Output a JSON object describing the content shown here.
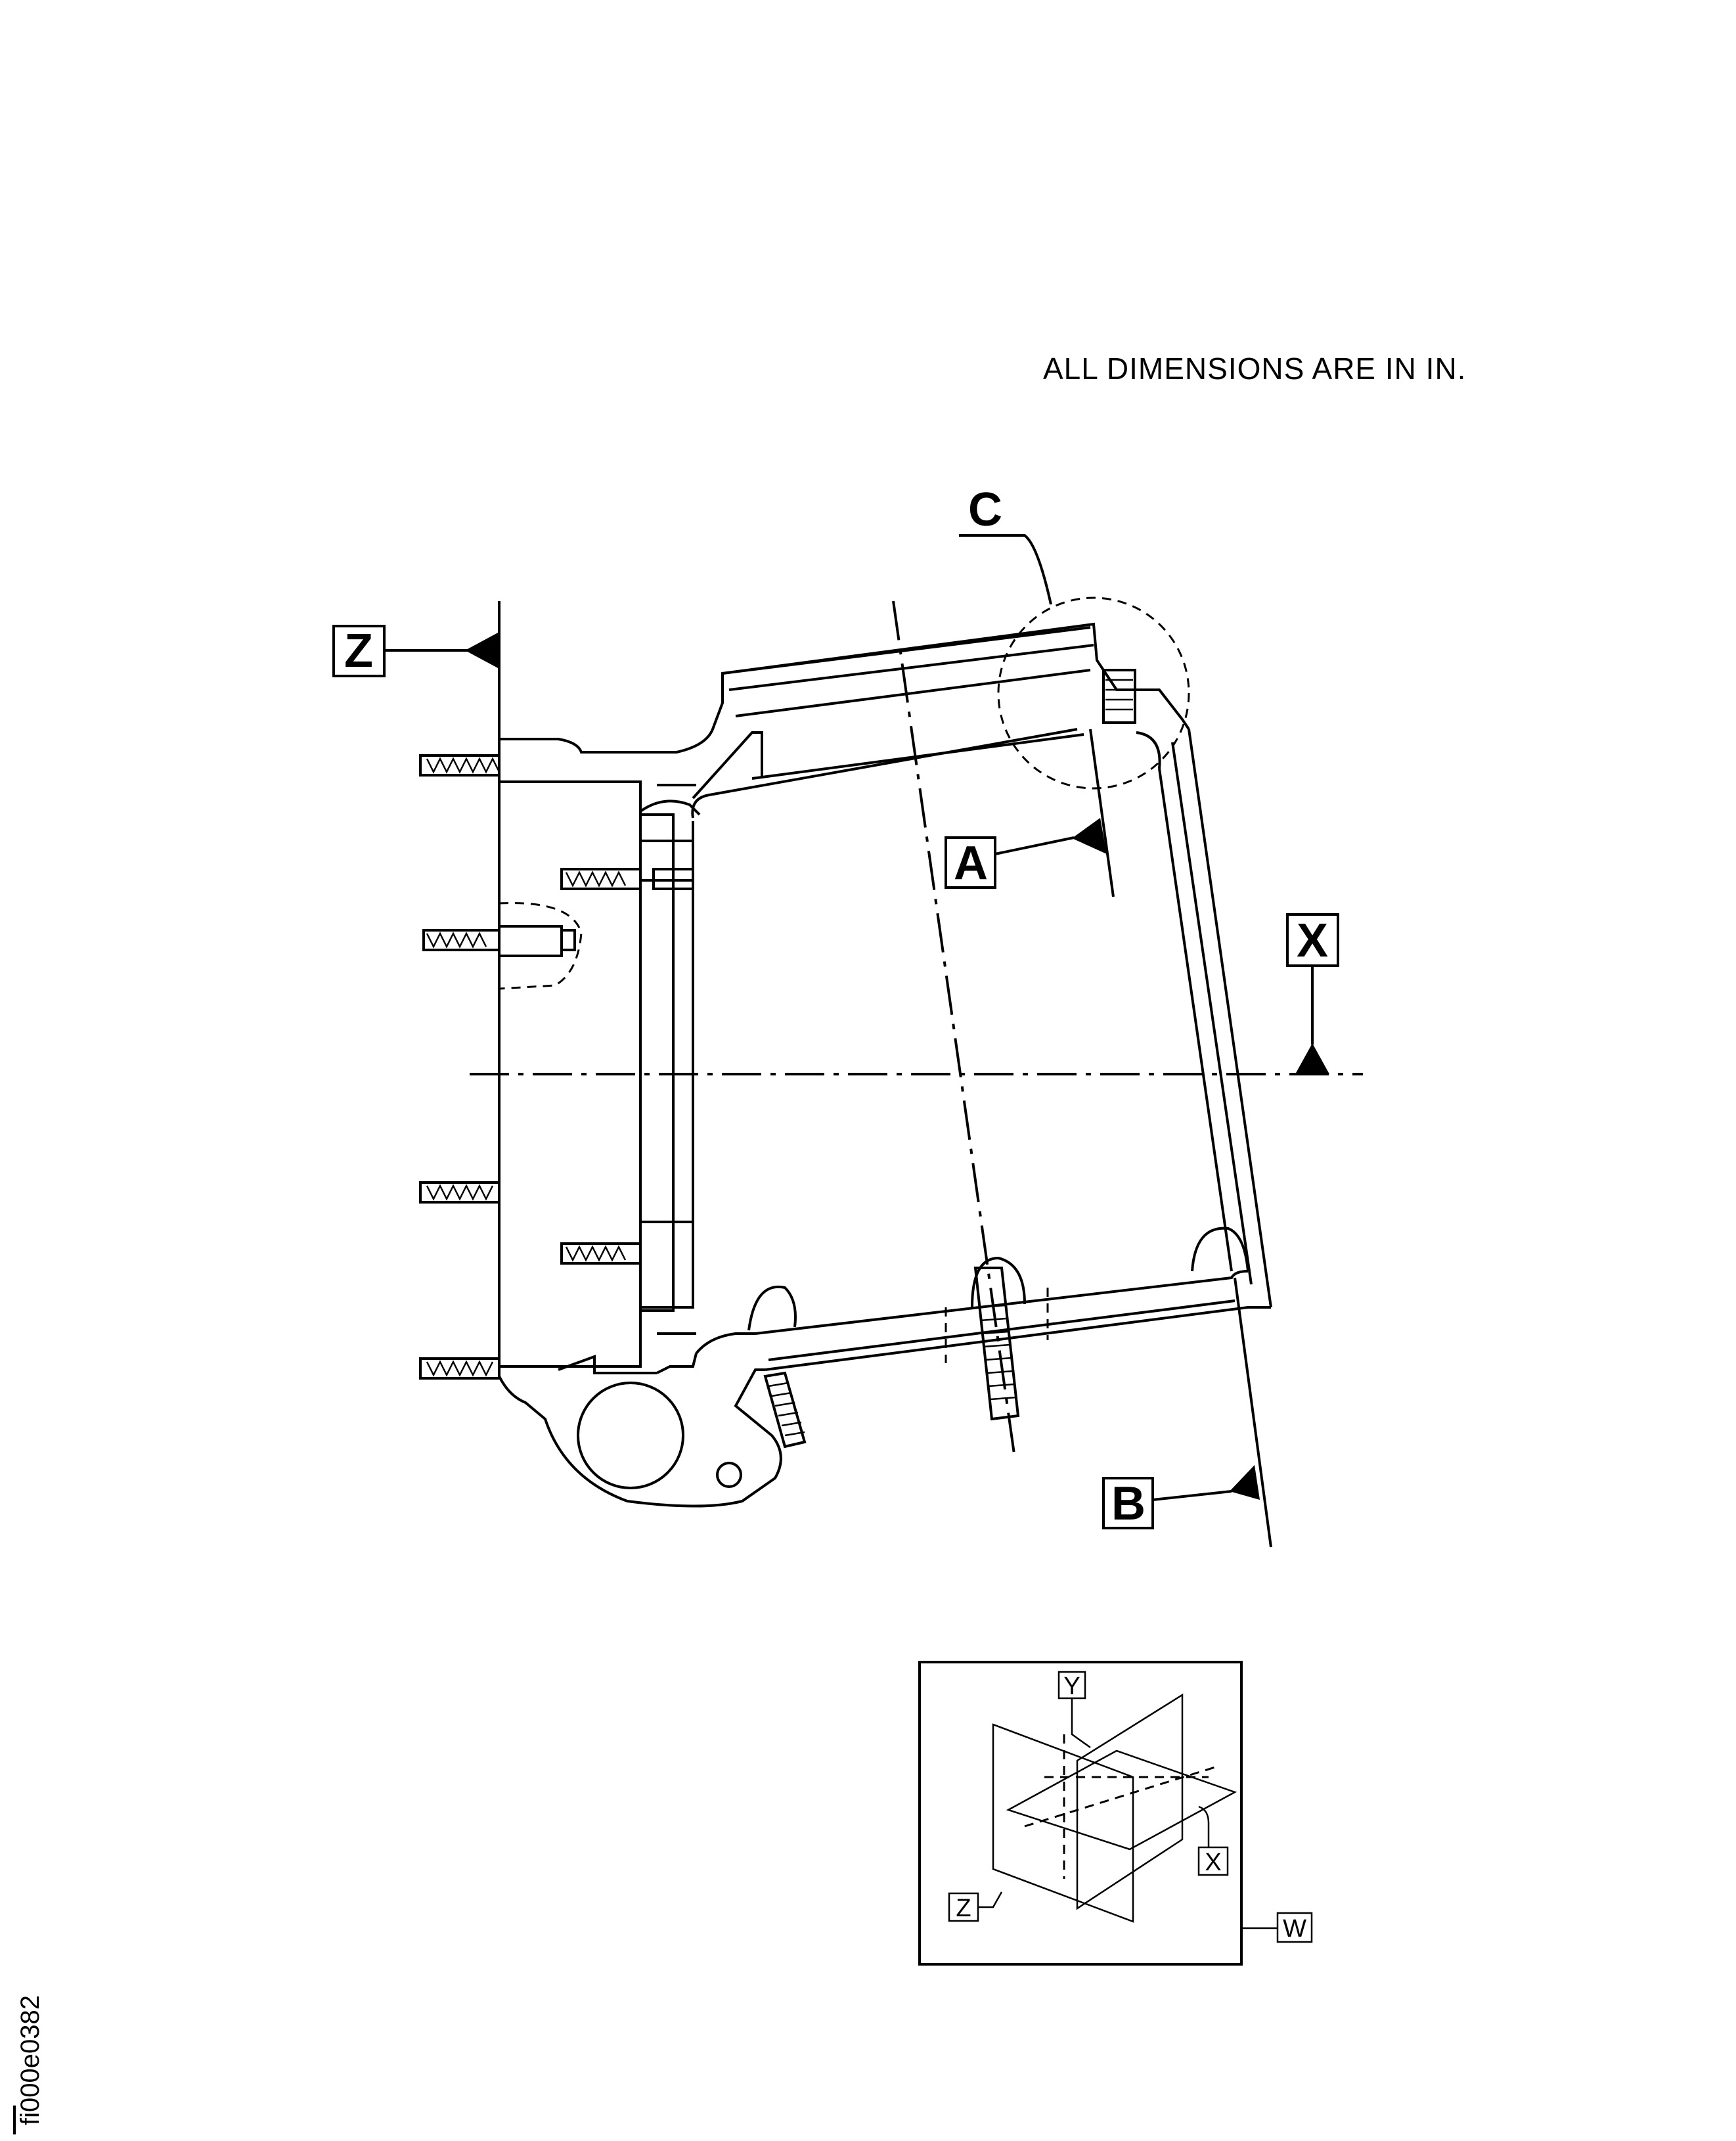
{
  "note": "ALL DIMENSIONS ARE IN IN.",
  "figure_id": "fi000e0382",
  "callouts": {
    "detail": "C",
    "datum_z": "Z",
    "datum_a": "A",
    "datum_x": "X",
    "datum_b": "B"
  },
  "axes_inset": {
    "y": "Y",
    "x": "X",
    "z": "Z",
    "w": "W"
  }
}
